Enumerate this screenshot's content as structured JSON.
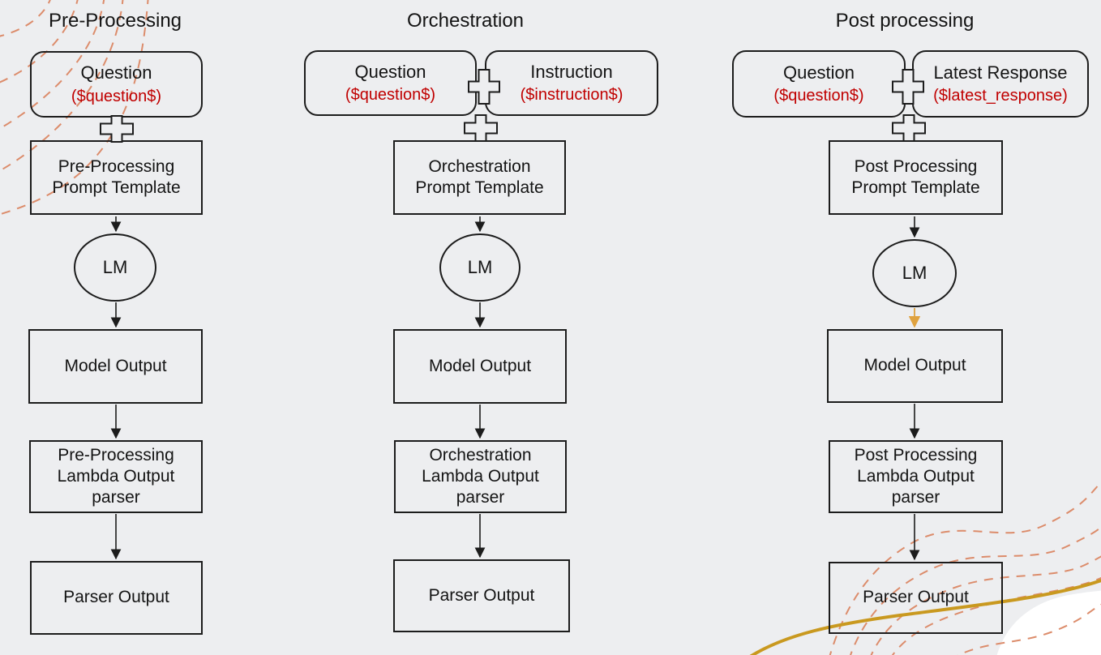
{
  "background": {
    "color": "#edeef0",
    "decor_dash_color": "#dc8c6b",
    "decor_gold_color": "#c9991f",
    "corner_blob_color": "#ffffff"
  },
  "accents": {
    "variable_text": "#c00000",
    "flow_arrow": "#1c1c1c",
    "postprocessing_lm_arrow": "#dfa23f"
  },
  "columns": [
    {
      "title": "Pre-Processing",
      "input1_label": "Question",
      "input1_var": "($question$)",
      "prompt_template": "Pre-Processing Prompt Template",
      "lm": "LM",
      "model_output": "Model Output",
      "lambda_parser": "Pre-Processing Lambda Output parser",
      "parser_output": "Parser Output"
    },
    {
      "title": "Orchestration",
      "input1_label": "Question",
      "input1_var": "($question$)",
      "input2_label": "Instruction",
      "input2_var": "($instruction$)",
      "prompt_template": "Orchestration Prompt Template",
      "lm": "LM",
      "model_output": "Model Output",
      "lambda_parser": "Orchestration Lambda Output parser",
      "parser_output": "Parser Output"
    },
    {
      "title": "Post processing",
      "input1_label": "Question",
      "input1_var": "($question$)",
      "input2_label": "Latest Response",
      "input2_var": "($latest_response)",
      "prompt_template": "Post Processing Prompt Template",
      "lm": "LM",
      "model_output": "Model Output",
      "lambda_parser": "Post Processing Lambda Output parser",
      "parser_output": "Parser Output"
    }
  ]
}
